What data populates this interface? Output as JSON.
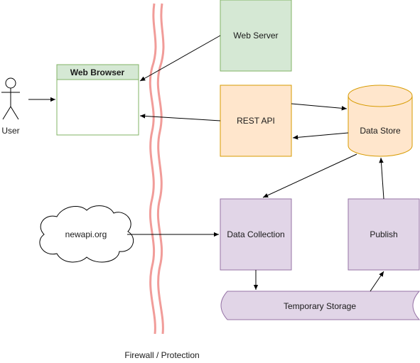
{
  "diagram": {
    "actor": {
      "label": "User"
    },
    "browser": {
      "title": "Web Browser"
    },
    "web_server": {
      "label": "Web Server"
    },
    "rest_api": {
      "label": "REST API"
    },
    "data_store": {
      "label": "Data Store"
    },
    "cloud": {
      "label": "newapi.org"
    },
    "data_collection": {
      "label": "Data Collection"
    },
    "publish": {
      "label": "Publish"
    },
    "temp_storage": {
      "label": "Temporary Storage"
    },
    "firewall": {
      "label": "Firewall / Protection"
    }
  },
  "colors": {
    "green_fill": "#d5e8d4",
    "green_stroke": "#82b366",
    "orange_fill": "#ffe6cc",
    "orange_stroke": "#d79b00",
    "purple_fill": "#e1d5e7",
    "purple_stroke": "#9673a6",
    "firewall": "#f19c99"
  }
}
